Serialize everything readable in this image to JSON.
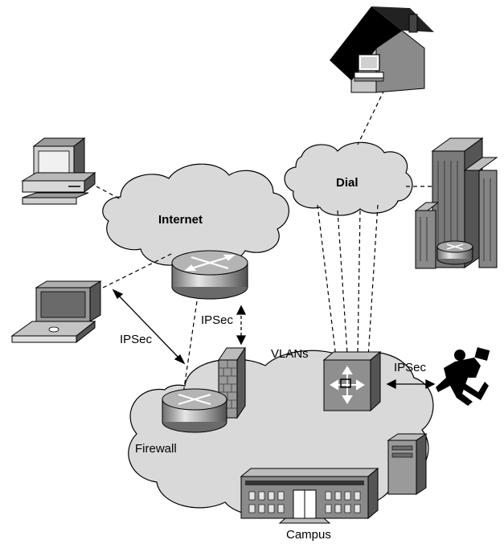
{
  "labels": {
    "internet": "Internet",
    "dial": "Dial",
    "ipsec_left": "IPSec",
    "ipsec_center": "IPSec",
    "ipsec_right": "IPSec",
    "vlans": "VLANs",
    "firewall": "Firewall",
    "campus": "Campus"
  },
  "icons": [
    "house-with-pc-icon",
    "desktop-pc-icon",
    "laptop-icon",
    "office-building-with-router-icon",
    "internet-router-icon",
    "firewall-router-icon",
    "brick-firewall-icon",
    "multilayer-switch-icon",
    "server-tower-icon",
    "campus-building-icon",
    "mobile-user-running-icon"
  ],
  "colors": {
    "cloud_fill": "#d9d9d9",
    "line": "#000000",
    "device_gray": "#9a9a9a",
    "device_dark": "#555555"
  }
}
